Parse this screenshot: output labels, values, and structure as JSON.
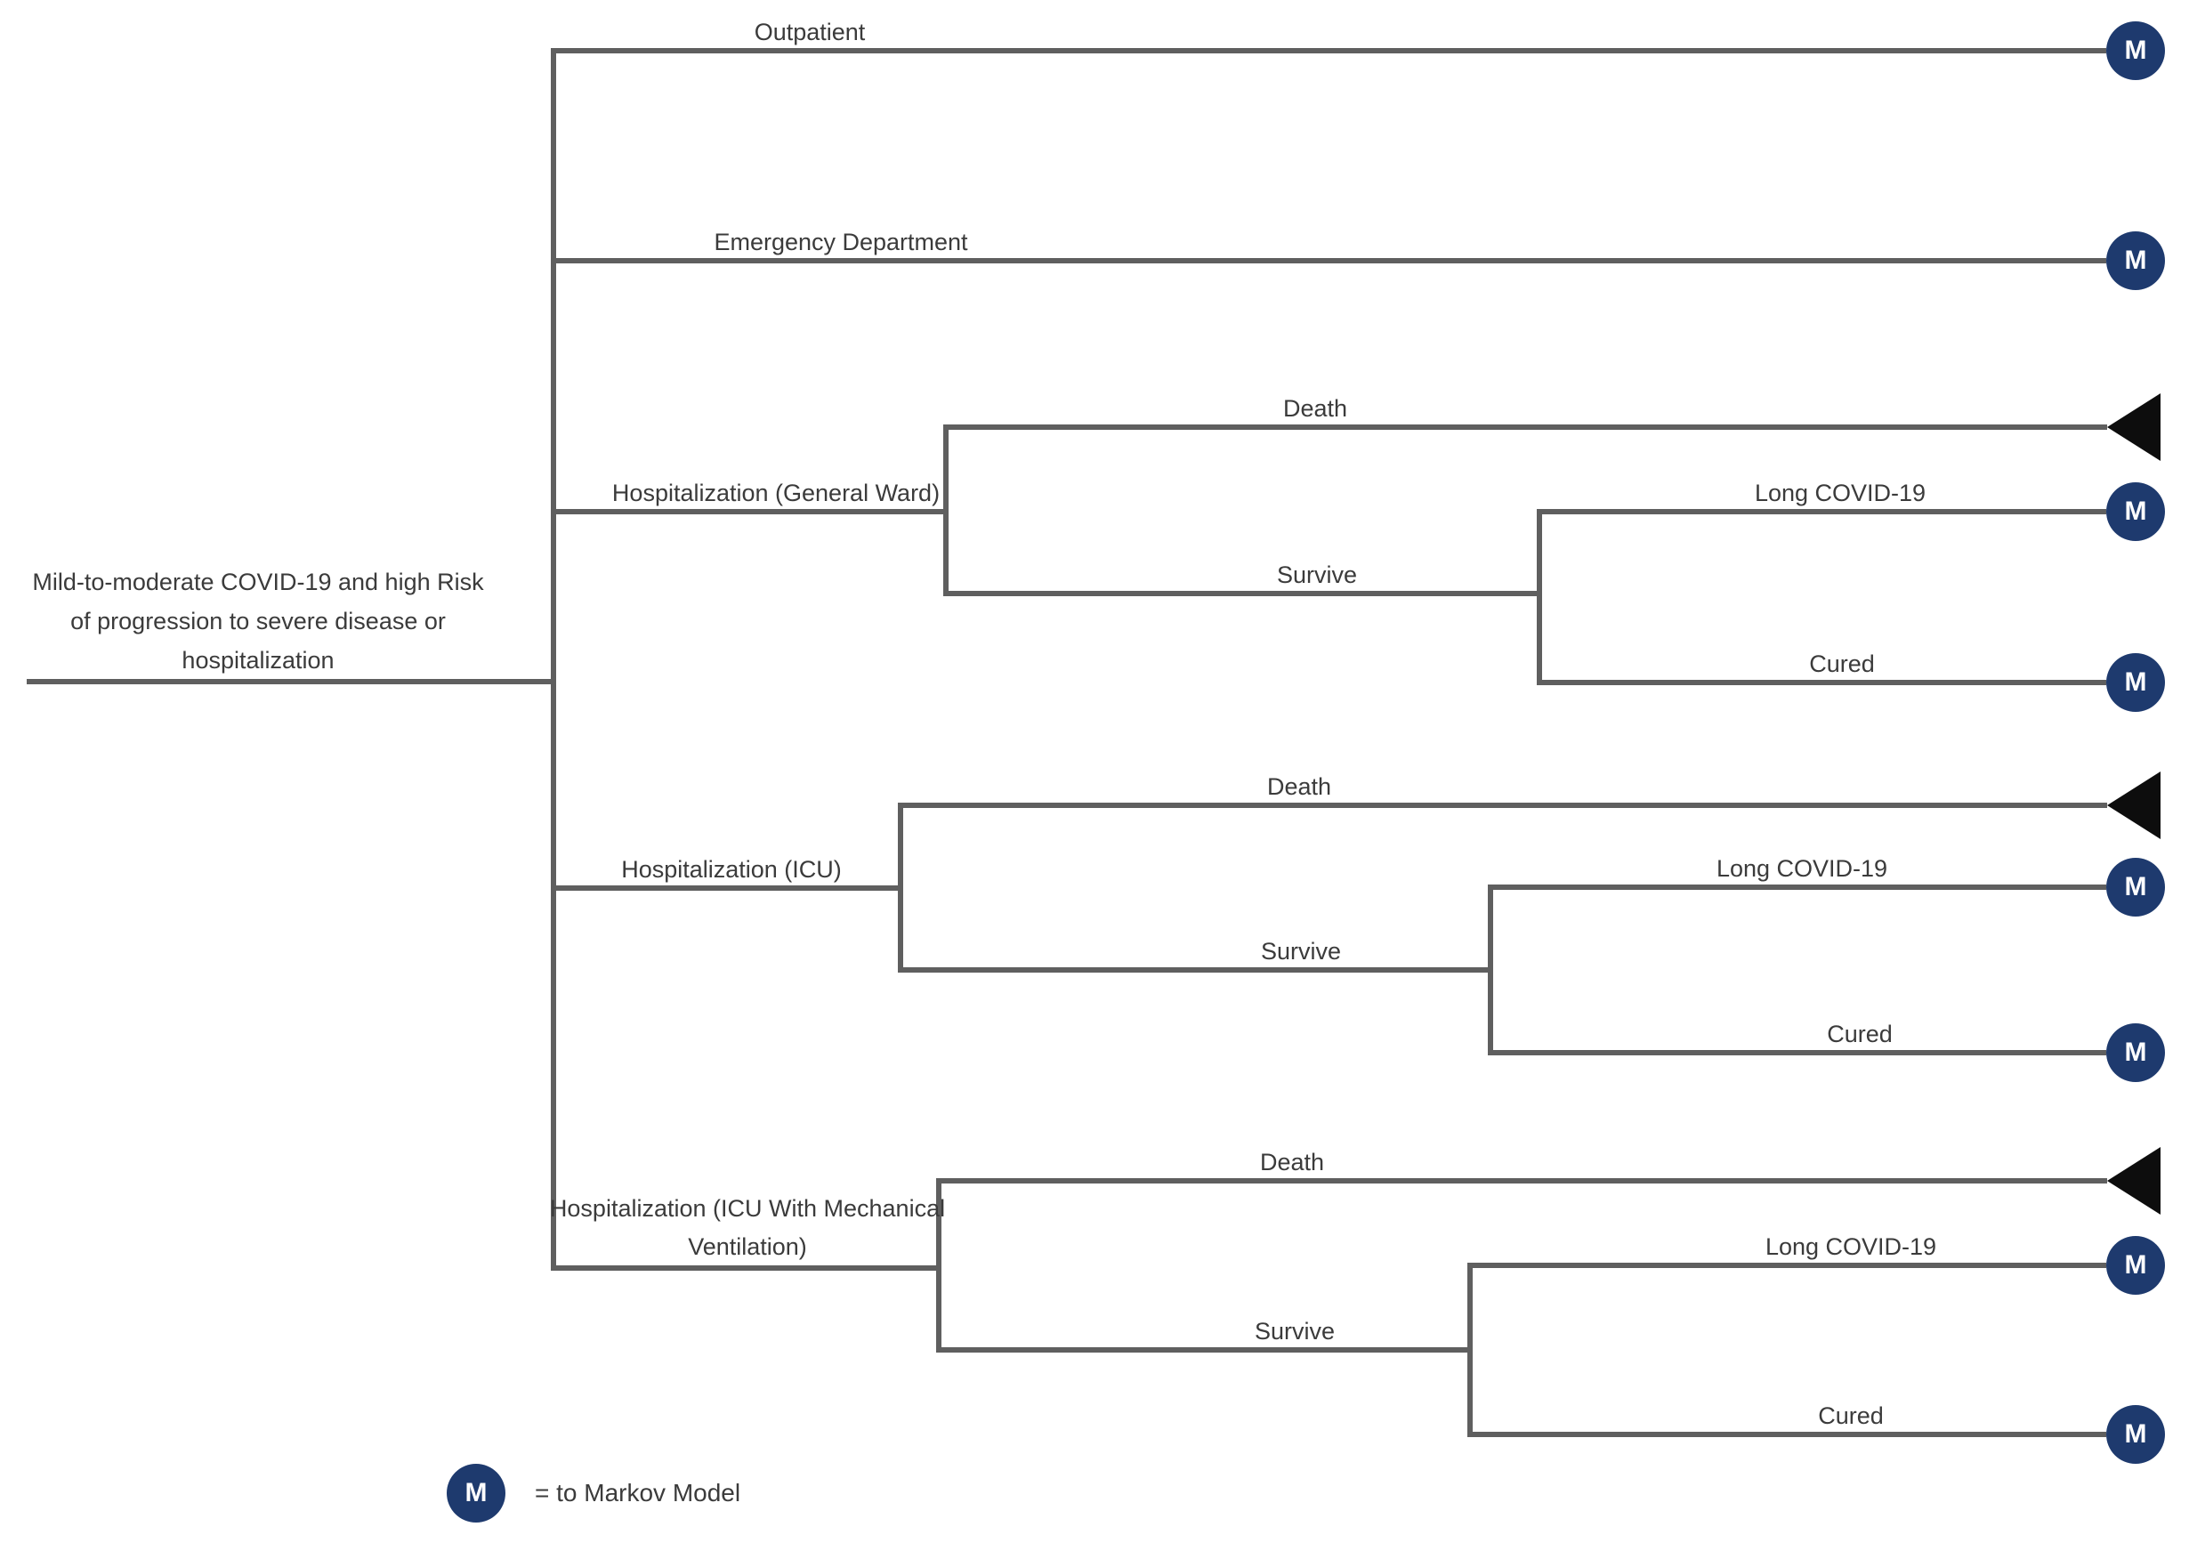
{
  "tree": {
    "title_semantic": "Decision tree: mild-to-moderate COVID-19 care pathways",
    "markov_symbol": "M",
    "root_label_lines": [
      "Mild-to-moderate COVID-19 and high Risk",
      "of progression to severe disease or",
      "hospitalization"
    ],
    "branches": [
      {
        "label": "Outpatient",
        "terminal": "markov-model"
      },
      {
        "label": "Emergency Department",
        "terminal": "markov-model"
      },
      {
        "label": "Hospitalization (General Ward)",
        "children": [
          {
            "label": "Death",
            "terminal": "terminal-triangle"
          },
          {
            "label": "Survive",
            "children": [
              {
                "label": "Long COVID-19",
                "terminal": "markov-model"
              },
              {
                "label": "Cured",
                "terminal": "markov-model"
              }
            ]
          }
        ]
      },
      {
        "label": "Hospitalization (ICU)",
        "children": [
          {
            "label": "Death",
            "terminal": "terminal-triangle"
          },
          {
            "label": "Survive",
            "children": [
              {
                "label": "Long COVID-19",
                "terminal": "markov-model"
              },
              {
                "label": "Cured",
                "terminal": "markov-model"
              }
            ]
          }
        ]
      },
      {
        "label": "Hospitalization (ICU With Mechanical Ventilation)",
        "label_lines": [
          "Hospitalization (ICU With Mechanical",
          "Ventilation)"
        ],
        "children": [
          {
            "label": "Death",
            "terminal": "terminal-triangle"
          },
          {
            "label": "Survive",
            "children": [
              {
                "label": "Long COVID-19",
                "terminal": "markov-model"
              },
              {
                "label": "Cured",
                "terminal": "markov-model"
              }
            ]
          }
        ]
      }
    ],
    "legend": {
      "symbol": "M",
      "text": "= to Markov Model"
    },
    "colors": {
      "markov_node": "#1e3a6e",
      "line": "#5f5f5f",
      "text": "#3b3b3b",
      "terminal_triangle": "#0d0d0d",
      "background": "#ffffff"
    }
  }
}
